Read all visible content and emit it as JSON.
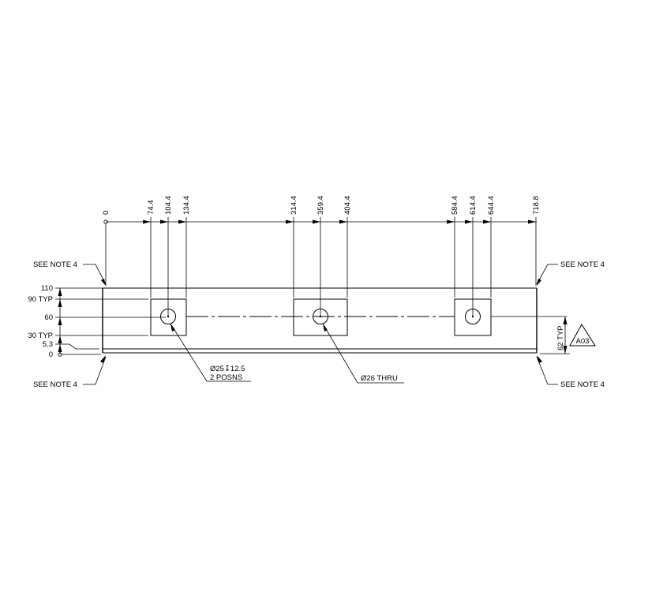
{
  "top_dimensions": [
    "0",
    "74.4",
    "104.4",
    "134.4",
    "314.4",
    "359.4",
    "404.4",
    "584.4",
    "614.4",
    "644.4",
    "718.8"
  ],
  "left_dimensions": [
    "110",
    "90 TYP",
    "60",
    "30 TYP",
    "5.3",
    "0"
  ],
  "right_dimension": "62 TYP",
  "callouts": {
    "see_note_top_left": "SEE NOTE 4",
    "see_note_top_right": "SEE NOTE 4",
    "see_note_bottom_left": "SEE NOTE 4",
    "see_note_bottom_right": "SEE NOTE 4"
  },
  "hole_callouts": {
    "blind_hole_line1": "Ø25↧12.5",
    "blind_hole_line2": "2 POSNS",
    "thru_hole": "Ø26 THRU"
  },
  "datum_tag": "A03"
}
